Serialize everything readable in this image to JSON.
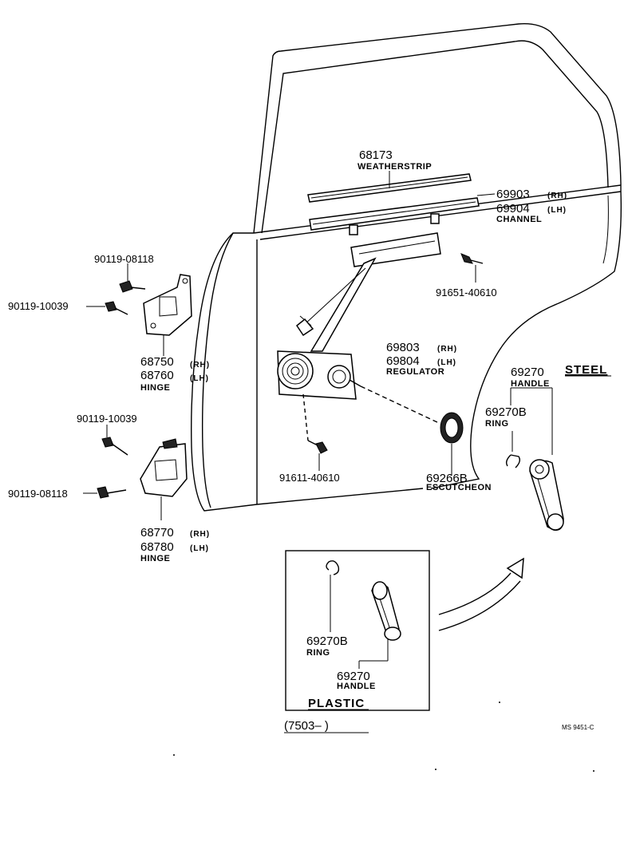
{
  "diagram": {
    "parts": {
      "weatherstrip": {
        "number": "68173",
        "name": "WEATHERSTRIP"
      },
      "channel": {
        "number_rh": "69903",
        "side_rh": "(RH)",
        "number_lh": "69904",
        "side_lh": "(LH)",
        "name": "CHANNEL"
      },
      "bolt_upper_right": {
        "number": "91651-40610"
      },
      "regulator": {
        "number_rh": "69803",
        "side_rh": "(RH)",
        "number_lh": "69804",
        "side_lh": "(LH)",
        "name": "REGULATOR"
      },
      "bolt_lower": {
        "number": "91611-40610"
      },
      "escutcheon": {
        "number": "69266B",
        "name": "ESCUTCHEON"
      },
      "upper_hinge": {
        "number_rh": "68750",
        "side_rh": "(RH)",
        "number_lh": "68760",
        "side_lh": "(LH)",
        "name": "HINGE"
      },
      "lower_hinge": {
        "number_rh": "68770",
        "side_rh": "(RH)",
        "number_lh": "68780",
        "side_lh": "(LH)",
        "name": "HINGE"
      },
      "upper_hinge_bolt_a": {
        "number": "90119-08118"
      },
      "upper_hinge_bolt_b": {
        "number": "90119-10039"
      },
      "lower_hinge_bolt_a": {
        "number": "90119-10039"
      },
      "lower_hinge_bolt_b": {
        "number": "90119-08118"
      },
      "steel_handle": {
        "number": "69270",
        "name": "HANDLE"
      },
      "steel_ring": {
        "number": "69270B",
        "name": "RING"
      },
      "plastic_ring": {
        "number": "69270B",
        "name": "RING"
      },
      "plastic_handle": {
        "number": "69270",
        "name": "HANDLE"
      }
    },
    "labels": {
      "steel": "STEEL",
      "plastic": "PLASTIC",
      "date_range": "(7503–        )",
      "drawing_code": "MS 9451-C"
    }
  }
}
